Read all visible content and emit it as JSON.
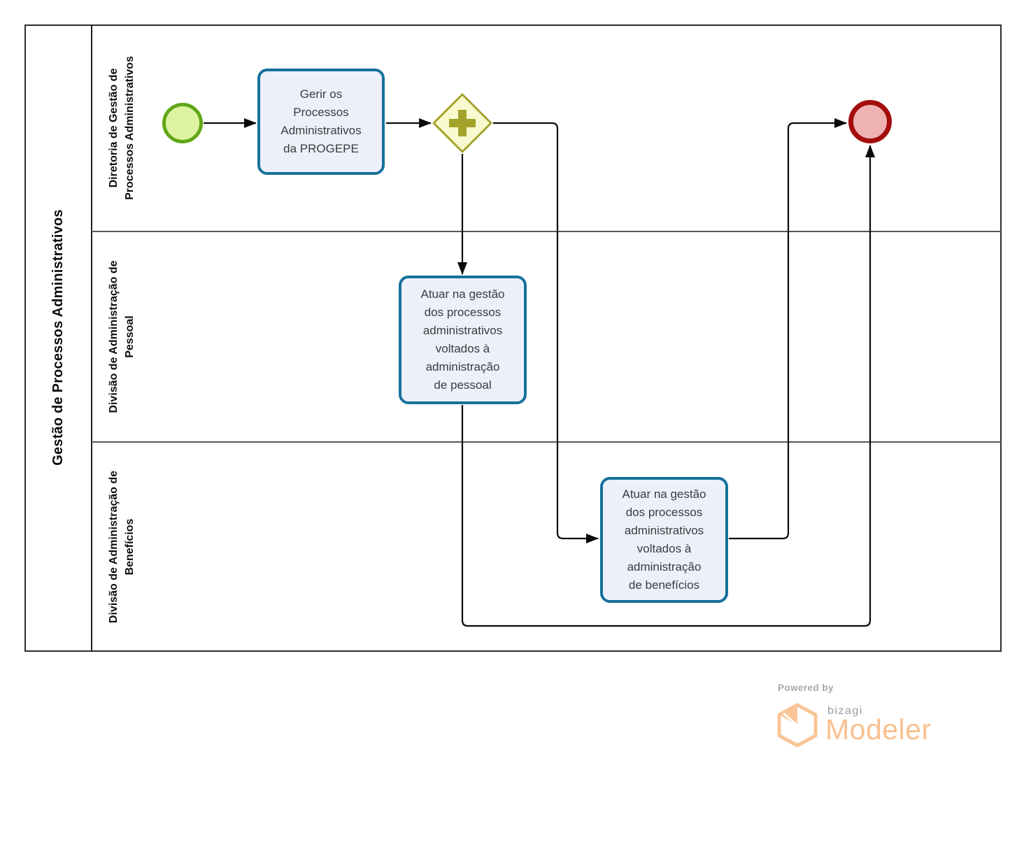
{
  "diagram": {
    "pool": {
      "label": "Gestão de Processos Administrativos",
      "lanes": [
        {
          "label": "Diretoria de Gestão de\nProcessos Administrativos"
        },
        {
          "label": "Divisão de Administração de\nPessoal"
        },
        {
          "label": "Divisão de Administração de\nBenefícios"
        }
      ]
    },
    "nodes": {
      "start_event": {
        "type": "start-event"
      },
      "task_gerir": {
        "label": "Gerir os\nProcessos\nAdministrativos\nda PROGEPE"
      },
      "gateway_parallel": {
        "type": "parallel-gateway"
      },
      "task_pessoal": {
        "label": "Atuar na gestão\ndos processos\nadministrativos\nvoltados à\nadministração\nde pessoal"
      },
      "task_beneficios": {
        "label": "Atuar na gestão\ndos processos\nadministrativos\nvoltados à\nadministração\nde benefícios"
      },
      "end_event": {
        "type": "end-event"
      }
    },
    "colors": {
      "task_border": "#17719c",
      "task_fill": "#edf0fb",
      "start_border": "#61a716",
      "start_fill": "#ddf3a2",
      "end_border": "#a50d0d",
      "end_fill": "#efb2b2",
      "gateway_border": "#a3a32c",
      "gateway_fill": "#f9f9cf",
      "flow_line": "#0a0a0a",
      "lane_divider": "#575757",
      "logo_orange": "#f9c08f",
      "logo_gray": "#9b9b9b"
    }
  },
  "logo": {
    "powered_by": "Powered by",
    "brand": "bizagi",
    "product": "Modeler"
  }
}
